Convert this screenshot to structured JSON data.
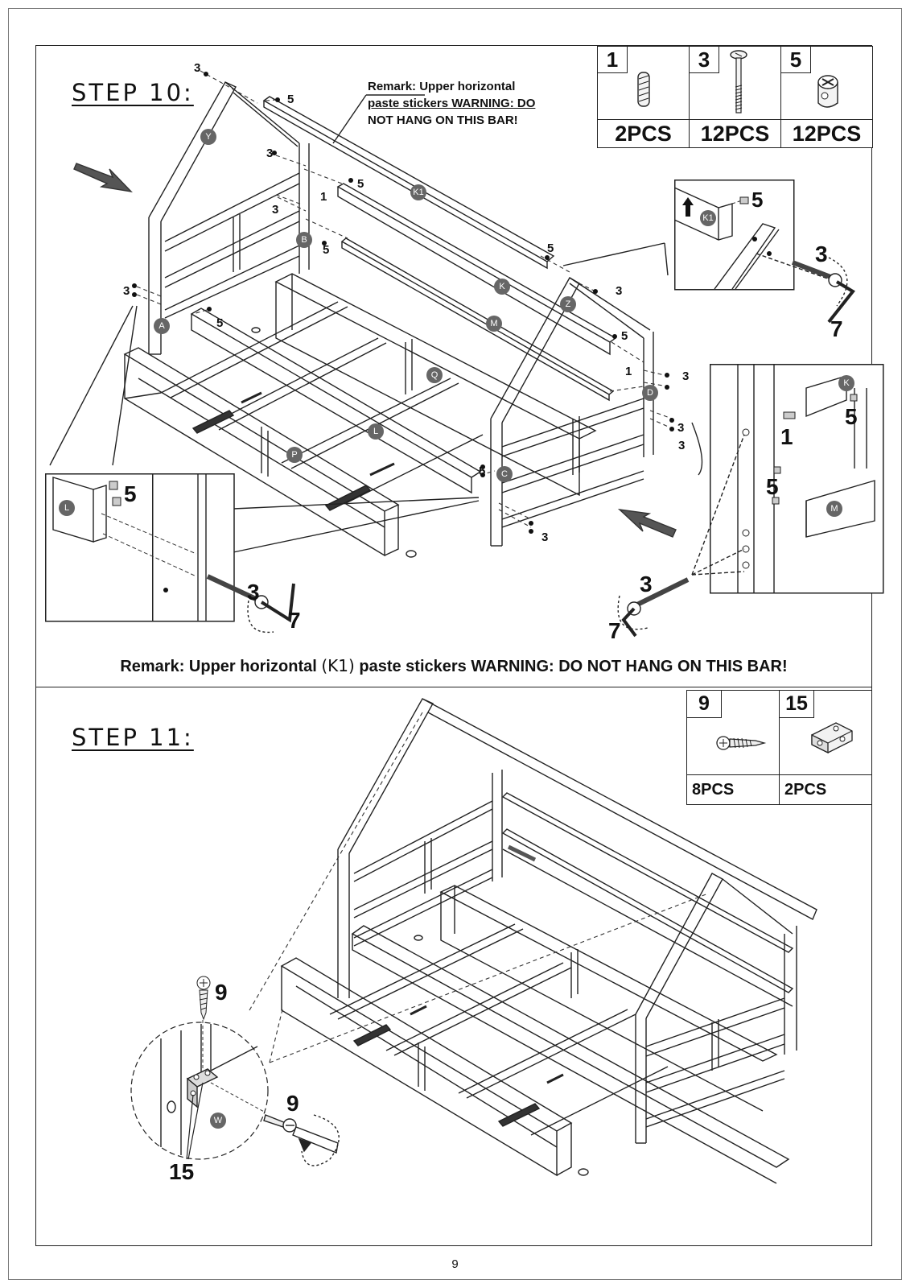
{
  "step10": {
    "title": "STEP 10:",
    "remark_callout": [
      "Remark: Upper horizontal",
      "paste stickers WARNING: DO",
      "NOT HANG ON THIS BAR!"
    ],
    "remark_line": {
      "before": "Remark: Upper horizontal",
      "part": "(K1)",
      "after": "paste stickers WARNING: DO NOT HANG ON THIS BAR!"
    },
    "parts": [
      {
        "number": "1",
        "qty": "2PCS",
        "icon": "dowel-icon"
      },
      {
        "number": "3",
        "qty": "12PCS",
        "icon": "bolt-icon"
      },
      {
        "number": "5",
        "qty": "12PCS",
        "icon": "barrel-nut-icon"
      }
    ],
    "part_labels": [
      "Y",
      "B",
      "A",
      "K1",
      "K",
      "M",
      "Q",
      "L",
      "P",
      "Z",
      "D",
      "C"
    ],
    "detail_labels": {
      "left": {
        "panel": "L",
        "nut": "5",
        "bolt": "3",
        "key": "7"
      },
      "top_right": {
        "panel": "K1",
        "nut": "5",
        "bolt": "3",
        "key": "7"
      },
      "right": {
        "panel_top": "K",
        "panel_bottom": "M",
        "nut_top": "5",
        "nut_bottom": "5",
        "dowel": "1",
        "bolt": "3",
        "key": "7"
      }
    },
    "callout_numbers": [
      "3",
      "5",
      "3",
      "1",
      "3",
      "5",
      "5",
      "3",
      "5",
      "5",
      "3",
      "5",
      "1",
      "3",
      "3",
      "5",
      "3",
      "3"
    ]
  },
  "step11": {
    "title": "STEP 11:",
    "parts": [
      {
        "number": "9",
        "qty": "8PCS",
        "icon": "screw-icon"
      },
      {
        "number": "15",
        "qty": "2PCS",
        "icon": "angle-bracket-icon"
      }
    ],
    "detail_labels": {
      "screw_top": "9",
      "screw_side": "9",
      "bracket": "15",
      "panel": "W"
    }
  },
  "page_number": "9"
}
